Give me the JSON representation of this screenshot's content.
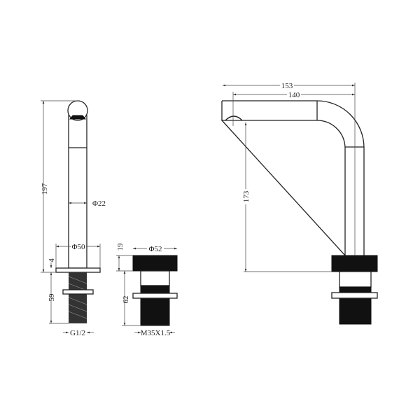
{
  "dimensions": {
    "front_height": "197",
    "tube_diameter": "Φ22",
    "base_diameter": "Φ50",
    "base_thickness": "4",
    "thread_length": "59",
    "thread_size": "G1/2",
    "collar_diameter": "Φ52",
    "collar_height": "19",
    "shank_length": "62",
    "shank_thread": "M35X1.5",
    "overall_reach": "153",
    "spout_reach": "140",
    "spout_height": "173"
  }
}
